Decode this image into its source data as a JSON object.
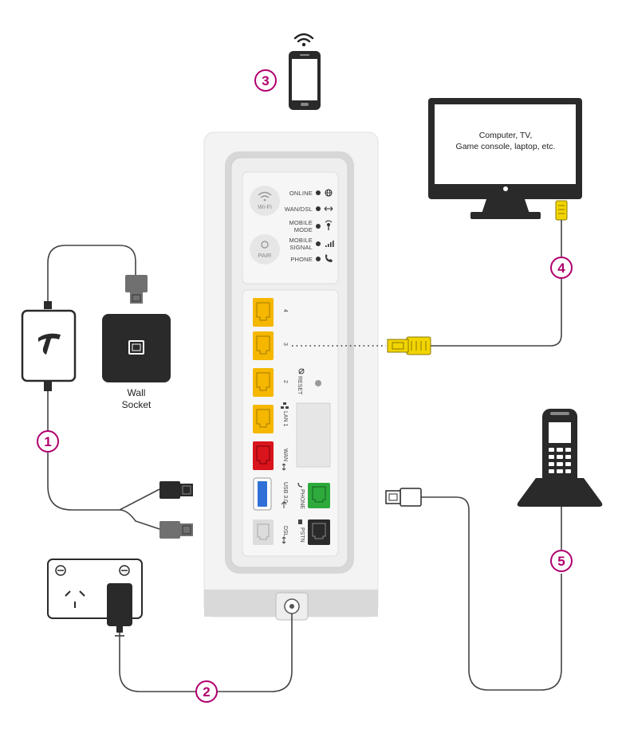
{
  "diagram": {
    "accent": "#b0006e",
    "steps": [
      "1",
      "2",
      "3",
      "4",
      "5"
    ],
    "device_label": "Computer, TV,\nGame console, laptop, etc.",
    "device_label_lines": [
      "Computer, TV,",
      "Game console, laptop, etc."
    ],
    "wall_socket_lines": [
      "Wall",
      "Socket"
    ],
    "leds": [
      {
        "label": [
          "ONLINE"
        ],
        "icon": "globe-icon"
      },
      {
        "label": [
          "WAN/DSL"
        ],
        "icon": "arrows-icon"
      },
      {
        "label": [
          "MOBILE",
          "MODE"
        ],
        "icon": "antenna-icon"
      },
      {
        "label": [
          "MOBILE",
          "SIGNAL"
        ],
        "icon": "signal-bars-icon"
      },
      {
        "label": [
          "PHONE"
        ],
        "icon": "phone-icon"
      }
    ],
    "buttons": {
      "wifi": "Wi-Fi",
      "pair": "PAIR"
    },
    "ports": {
      "lan4": "4",
      "lan3": "3",
      "lan2": "2",
      "lan1": "LAN 1",
      "wan": "WAN",
      "usb": "USB 3.0",
      "dsl": "DSL",
      "phone": "PHONE",
      "pstn": "PSTN",
      "reset": "RESET"
    },
    "colors": {
      "lan": "#f5b700",
      "wan": "#d9141c",
      "phone_port": "#2eaa3c",
      "usb": "#2f6fd6",
      "cable_yellow": "#f2d400",
      "dark": "#2a2a2a"
    }
  }
}
